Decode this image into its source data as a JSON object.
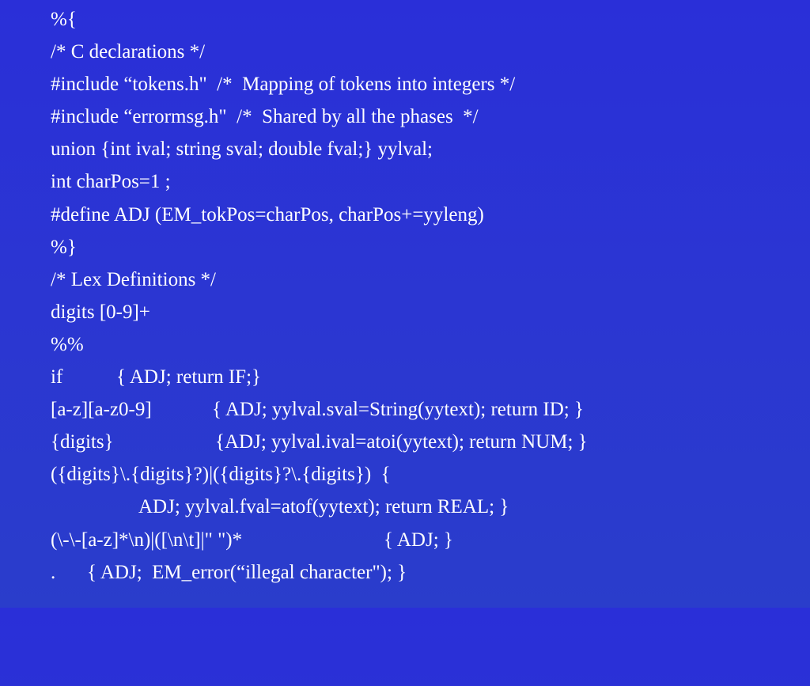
{
  "slide": {
    "lines": [
      {
        "text": "%{"
      },
      {
        "text": "/* C declarations */"
      },
      {
        "text": "#include “tokens.h\"  /*  Mapping of tokens into integers */"
      },
      {
        "text": "#include “errormsg.h\"  /*  Shared by all the phases  */"
      },
      {
        "text": "union {int ival; string sval; double fval;} yylval;"
      },
      {
        "text": "int charPos=1 ;"
      },
      {
        "text": "#define ADJ (EM_tokPos=charPos, charPos+=yyleng)"
      },
      {
        "text": "%}"
      },
      {
        "text": "/* Lex Definitions */"
      },
      {
        "text": "digits [0-9]+"
      },
      {
        "text": "%%"
      },
      {
        "pattern": "if",
        "action": "{ ADJ; return IF;}"
      },
      {
        "pattern": "[a-z][a-z0-9]",
        "action": "{ ADJ; yylval.sval=String(yytext); return ID; }"
      },
      {
        "pattern": "{digits}",
        "action": "{ADJ; yylval.ival=atoi(yytext); return NUM; }"
      },
      {
        "text": "({digits}\\.{digits}?)|({digits}?\\.{digits})  {"
      },
      {
        "text": "ADJ; yylval.fval=atof(yytext); return REAL; }"
      },
      {
        "pattern": "(\\-\\-[a-z]*\\n)|([\\n\\t]|\" \")*",
        "action": "{ ADJ; }"
      },
      {
        "pattern": ".",
        "action": "{ ADJ;  EM_error(“illegal character\"); }"
      }
    ]
  }
}
